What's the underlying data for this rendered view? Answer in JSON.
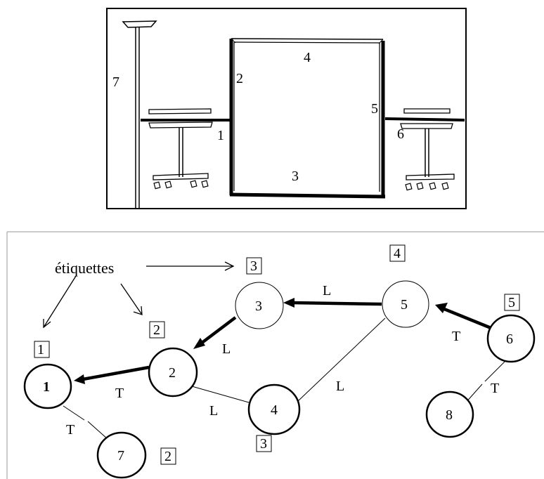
{
  "top_scene": {
    "edge_numbers": [
      "1",
      "2",
      "3",
      "4",
      "5",
      "6",
      "7"
    ]
  },
  "graph": {
    "annotation": "étiquettes",
    "nodes": [
      "1",
      "2",
      "3",
      "4",
      "5",
      "6",
      "7",
      "8"
    ],
    "edge_labels": [
      "L",
      "L",
      "L",
      "L",
      "T",
      "T",
      "T",
      "T"
    ],
    "boxed_tags": [
      "1",
      "2",
      "3",
      "4",
      "5",
      "2",
      "3"
    ]
  }
}
